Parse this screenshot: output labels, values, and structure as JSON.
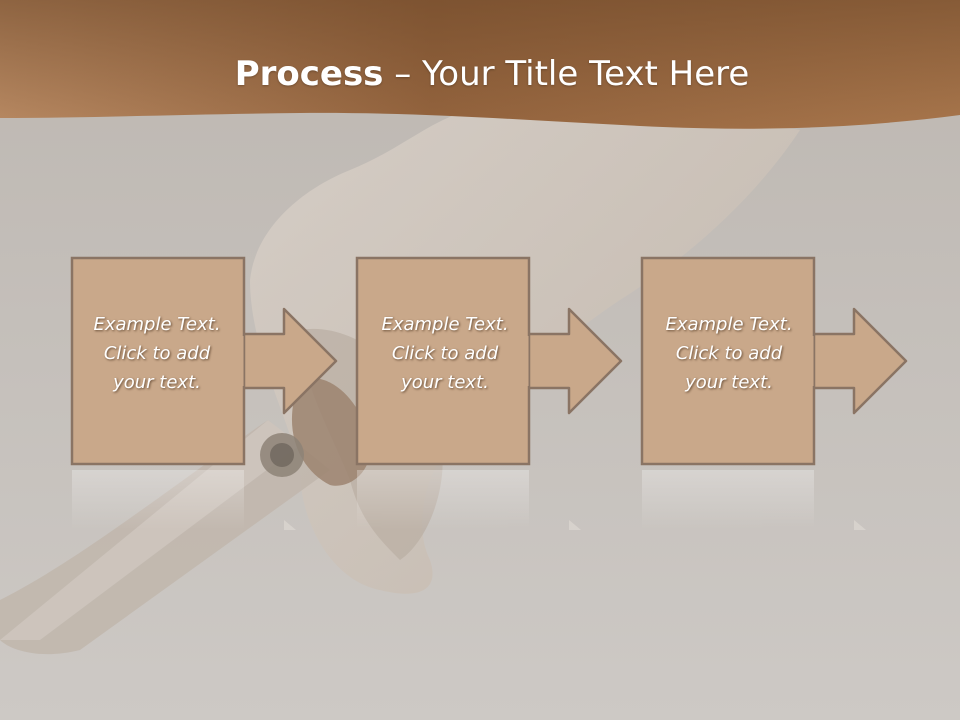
{
  "slide": {
    "title_bold": "Process",
    "title_rest": " – Your Title Text Here",
    "steps": [
      {
        "line1": "Example Text.",
        "line2": "Click  to add",
        "line3": "your text."
      },
      {
        "line1": "Example Text.",
        "line2": "Click  to add",
        "line3": "your text."
      },
      {
        "line1": "Example Text.",
        "line2": "Click  to add",
        "line3": "your text."
      }
    ]
  },
  "colors": {
    "header_brown": "#8a5a36",
    "header_light": "#b88258",
    "background": "#c9c4bf",
    "box_fill": "#c9a88a",
    "box_border": "#8a7464"
  }
}
